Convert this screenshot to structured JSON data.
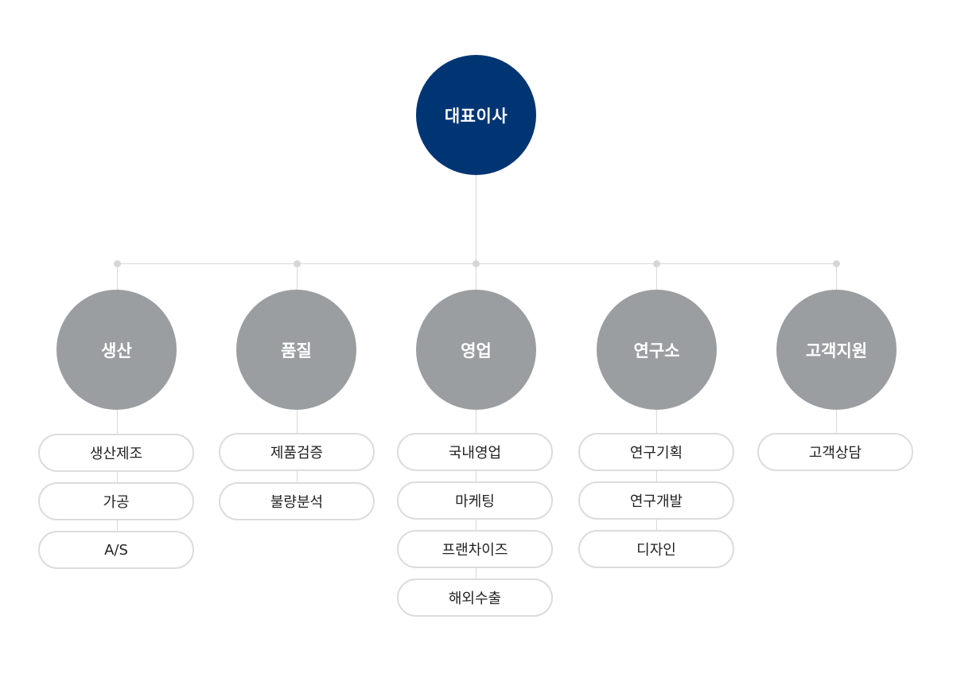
{
  "ceo": {
    "label": "대표이사"
  },
  "departments": [
    {
      "label": "생산",
      "teams": [
        "생산제조",
        "가공",
        "A/S"
      ]
    },
    {
      "label": "품질",
      "teams": [
        "제품검증",
        "불량분석"
      ]
    },
    {
      "label": "영업",
      "teams": [
        "국내영업",
        "마케팅",
        "프랜차이즈",
        "해외수출"
      ]
    },
    {
      "label": "연구소",
      "teams": [
        "연구기획",
        "연구개발",
        "디자인"
      ]
    },
    {
      "label": "고객지원",
      "teams": [
        "고객상담"
      ]
    }
  ],
  "colors": {
    "ceo_fill": "#003574",
    "dept_fill": "#9b9ea1",
    "line": "#d9d9db",
    "pill_border": "#dcdcde",
    "pill_text": "#222222"
  }
}
